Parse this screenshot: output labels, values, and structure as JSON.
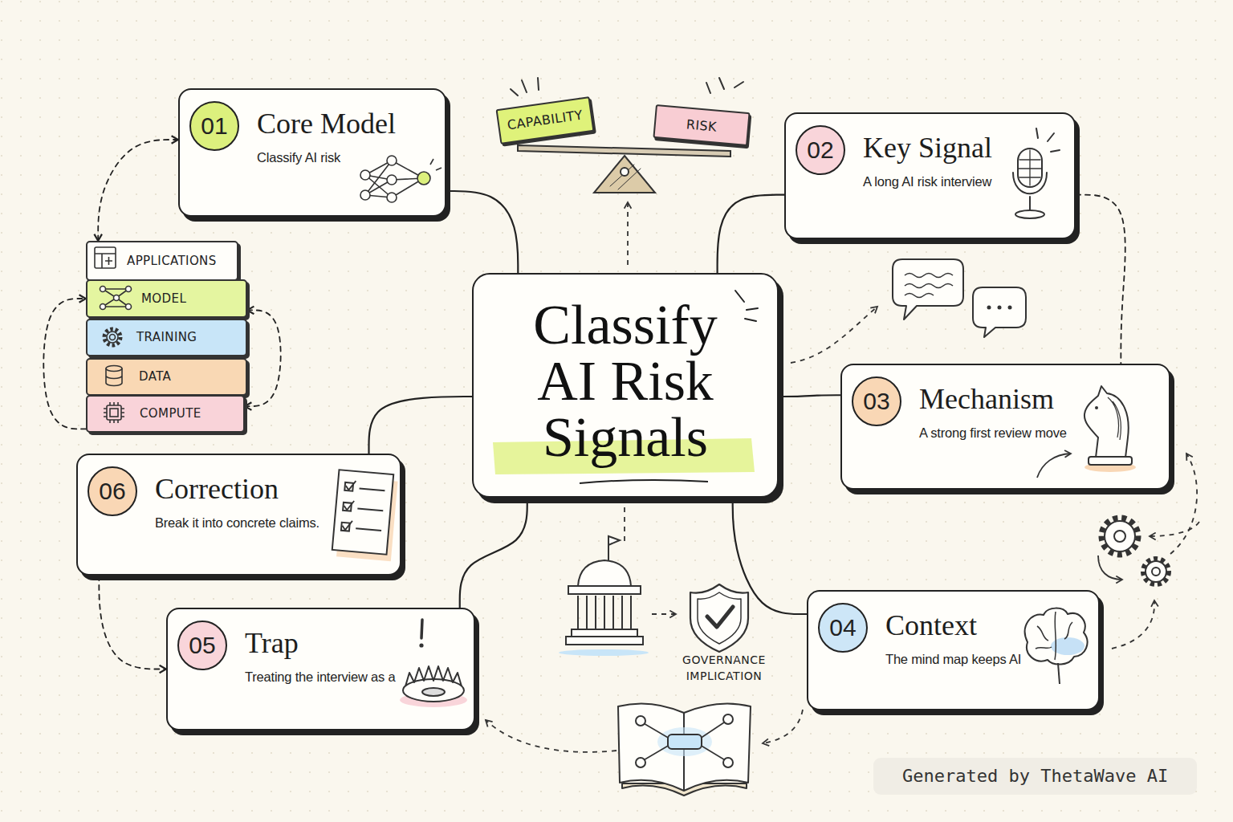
{
  "diagram": {
    "nodes": [
      {
        "text": [
          "Classify AI Risk Signals"
        ]
      },
      {
        "text": [
          "Core Model",
          "Classify AI risk"
        ]
      },
      {
        "text": [
          "01"
        ],
        "in": 1
      },
      {
        "text": [
          "Key Signal",
          "A long AI risk interview"
        ]
      },
      {
        "text": [
          "02"
        ],
        "in": 3
      },
      {
        "text": [
          "Mechanism",
          "A strong first review move"
        ]
      },
      {
        "text": [
          "03"
        ],
        "in": 5
      },
      {
        "text": [
          "Context",
          "The mind map keeps AI"
        ]
      },
      {
        "text": [
          "04"
        ],
        "in": 7
      },
      {
        "text": [
          "Trap",
          "Treating the interview as a"
        ]
      },
      {
        "text": [
          "05"
        ],
        "in": 9
      },
      {
        "text": [
          "Correction",
          "Break it into concrete claims."
        ]
      },
      {
        "text": [
          "06"
        ],
        "in": 11
      },
      {
        "text": [
          "APPLICATIONS"
        ]
      },
      {
        "text": [
          "MODEL"
        ]
      },
      {
        "text": [
          "TRAINING"
        ]
      },
      {
        "text": [
          "DATA"
        ]
      },
      {
        "text": [
          "COMPUTE"
        ]
      },
      {
        "text": [
          "CAPABILITY"
        ]
      },
      {
        "text": [
          "RISK"
        ]
      }
    ],
    "edges": [
      {
        "from": 0,
        "to": 1,
        "arrow": "none"
      },
      {
        "from": 0,
        "to": 3,
        "arrow": "none"
      },
      {
        "from": 0,
        "to": 5,
        "arrow": "none"
      },
      {
        "from": 0,
        "to": 7,
        "arrow": "none"
      },
      {
        "from": 0,
        "to": 9,
        "arrow": "none"
      },
      {
        "from": 0,
        "to": 11,
        "arrow": "none"
      },
      {
        "from": 1,
        "to": 13,
        "arrow": "both"
      },
      {
        "from": 17,
        "to": 14,
        "arrow": "to"
      },
      {
        "from": 14,
        "to": 17,
        "arrow": "both"
      },
      {
        "from": 11,
        "to": 9,
        "arrow": "to"
      },
      {
        "from": 3,
        "to": 5,
        "arrow": "none"
      }
    ],
    "labels": [
      "GOVERNANCE IMPLICATION",
      "Generated by ThetaWave AI"
    ]
  }
}
